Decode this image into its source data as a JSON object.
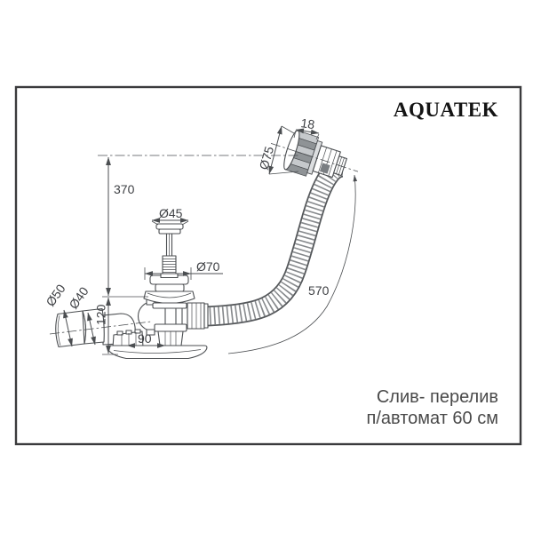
{
  "brand": "AQUATEK",
  "caption": {
    "line1": "Слив- перелив",
    "line2": "п/автомат 60 см"
  },
  "dimensions": {
    "overall_height": "370",
    "siphon_height": "120",
    "plug_cap_diameter": "Ø45",
    "drain_flange_diameter": "Ø70",
    "outlet_pipe_outer_diameter": "Ø50",
    "outlet_pipe_inner_diameter": "Ø40",
    "overflow_cap_diameter": "Ø75",
    "overflow_cap_depth": "18",
    "overflow_hose_length": "570",
    "siphon_offset": "90"
  },
  "colors": {
    "background": "#ffffff",
    "border": "#3b3b3d",
    "line": "#4b4e51",
    "dim_text": "#3e4044",
    "logo": "#141414",
    "caption": "#4a4a4a",
    "metal_mid": "#8f9396",
    "metal_light": "#c6c9cc",
    "metal_step": "#dcdee0",
    "hose_rib": "#86898c",
    "hose_edge": "#55585b",
    "clip_dark": "#7a7e82"
  }
}
